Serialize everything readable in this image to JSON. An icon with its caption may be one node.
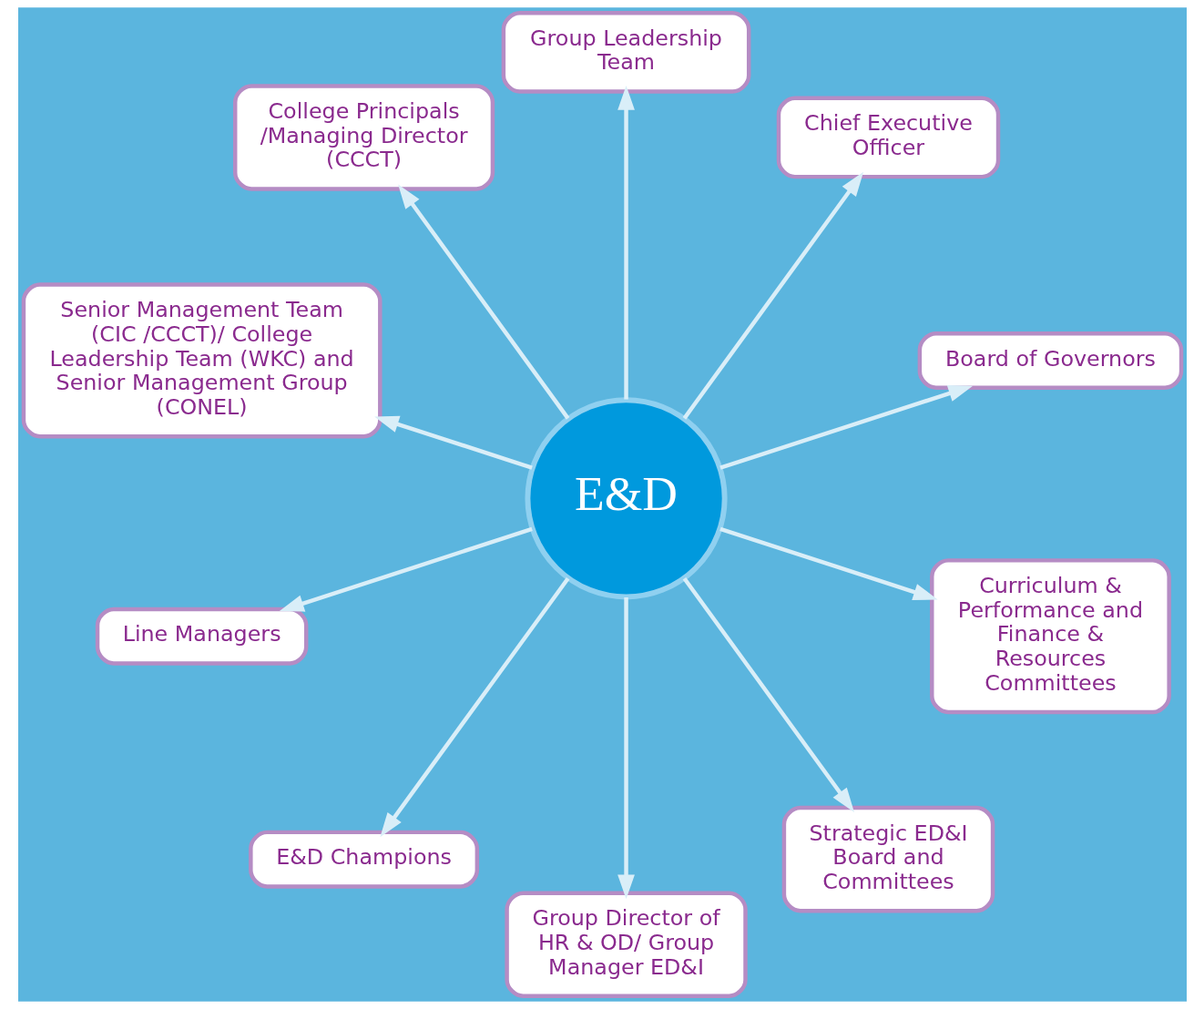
{
  "diagram": {
    "nodes": [
      {
        "text": [
          "E&D"
        ]
      },
      {
        "text": [
          "Board of Governors"
        ]
      },
      {
        "text": [
          "Chief Executive Officer"
        ]
      },
      {
        "text": [
          "Group Leadership Team"
        ]
      },
      {
        "text": [
          "College Principals /Managing Director (CCCT)"
        ]
      },
      {
        "text": [
          "Senior Management Team (CIC /CCCT)/ College Leadership Team (WKC) and Senior Management Group (CONEL)"
        ]
      },
      {
        "text": [
          "Line Managers"
        ]
      },
      {
        "text": [
          "E&D Champions"
        ]
      },
      {
        "text": [
          "Group Director of HR & OD/ Group Manager ED&I"
        ]
      },
      {
        "text": [
          "Strategic ED&I Board and Committees"
        ]
      },
      {
        "text": [
          "Curriculum & Performance and Finance & Resources Committees"
        ]
      }
    ],
    "edges": [
      {
        "from": 0,
        "to": 1,
        "arrow": "to"
      },
      {
        "from": 0,
        "to": 2,
        "arrow": "to"
      },
      {
        "from": 0,
        "to": 3,
        "arrow": "to"
      },
      {
        "from": 0,
        "to": 4,
        "arrow": "to"
      },
      {
        "from": 0,
        "to": 5,
        "arrow": "to"
      },
      {
        "from": 0,
        "to": 6,
        "arrow": "to"
      },
      {
        "from": 0,
        "to": 7,
        "arrow": "to"
      },
      {
        "from": 0,
        "to": 8,
        "arrow": "to"
      },
      {
        "from": 0,
        "to": 9,
        "arrow": "to"
      },
      {
        "from": 0,
        "to": 10,
        "arrow": "to"
      }
    ]
  }
}
